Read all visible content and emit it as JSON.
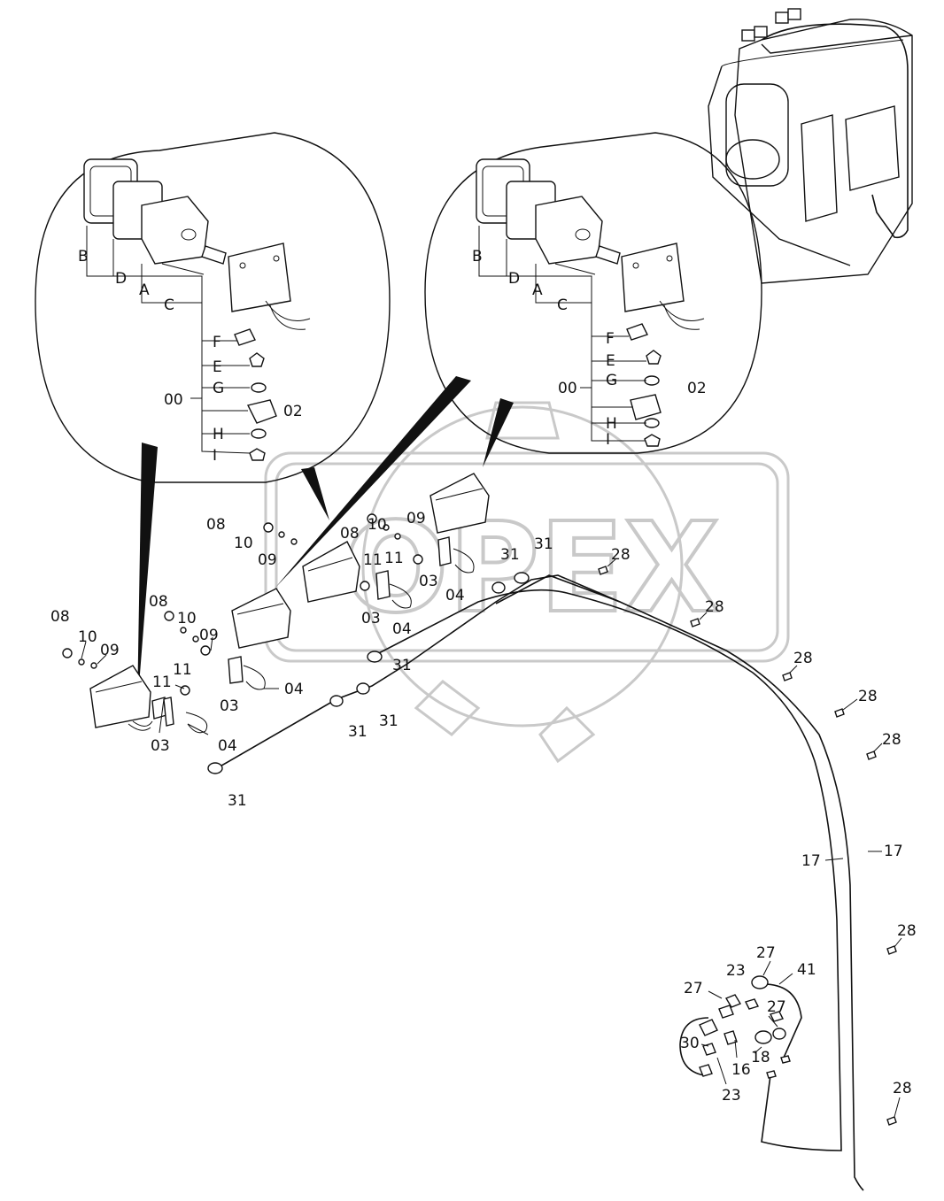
{
  "watermark": "OPEX",
  "detail_left": {
    "letters": [
      "B",
      "D",
      "A",
      "C",
      "F",
      "E",
      "G",
      "H",
      "I"
    ],
    "assembly": "00",
    "bracket": "02"
  },
  "detail_right": {
    "letters": [
      "B",
      "D",
      "A",
      "C",
      "F",
      "E",
      "G",
      "H",
      "I"
    ],
    "assembly": "00",
    "bracket": "02"
  },
  "lamp_left": [
    "08",
    "10",
    "09",
    "11",
    "03",
    "04"
  ],
  "lamp_mid_a": [
    "08",
    "10",
    "09",
    "11",
    "03",
    "04"
  ],
  "lamp_mid_b": [
    "08",
    "10",
    "09",
    "11",
    "03",
    "04"
  ],
  "lamp_top": [
    "08",
    "10",
    "09",
    "11",
    "03",
    "04"
  ],
  "clamps": [
    "31",
    "31",
    "31",
    "31",
    "31",
    "31"
  ],
  "cable_labels": [
    "17",
    "17"
  ],
  "clips": [
    "28",
    "28",
    "28",
    "28",
    "28",
    "28",
    "28"
  ],
  "switch_box": [
    "27",
    "23",
    "27",
    "41",
    "27",
    "30",
    "16",
    "18",
    "23"
  ]
}
